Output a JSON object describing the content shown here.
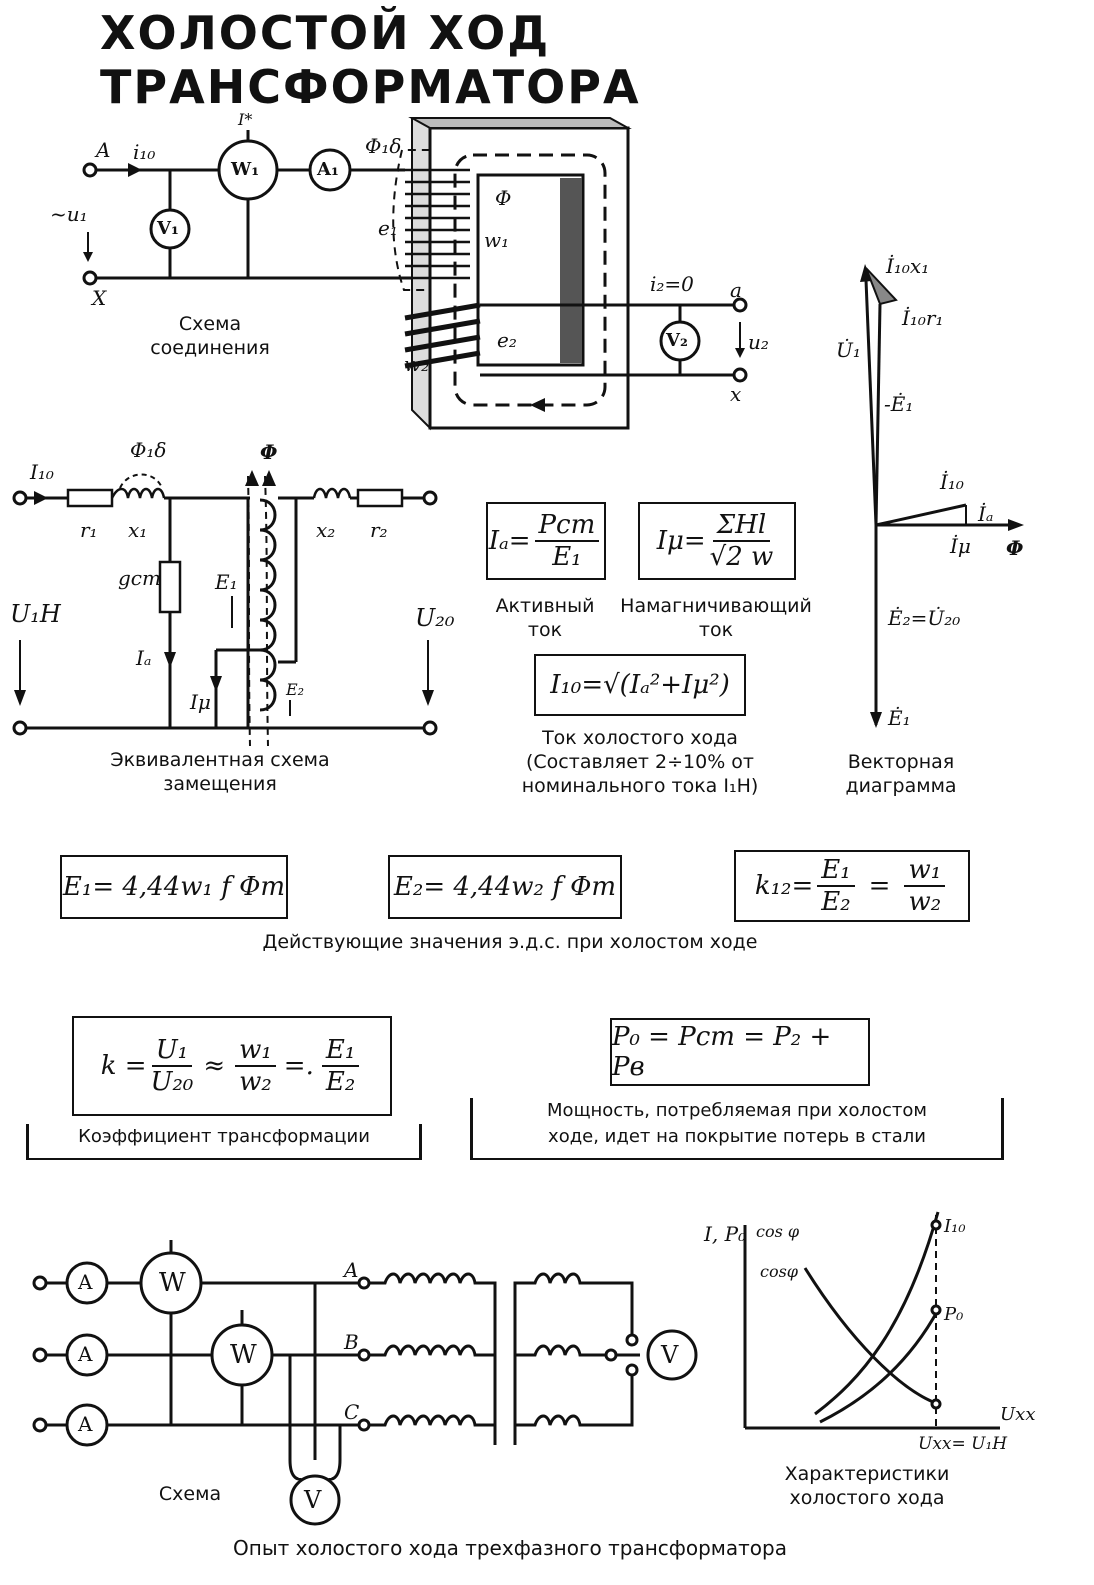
{
  "title": "ХОЛОСТОЙ ХОД ТРАНСФОРМАТОРА",
  "top_schematic": {
    "caption": "Схема соединения",
    "caption_lines": [
      "Схема",
      "соединения"
    ],
    "terminals": {
      "A": "A",
      "X": "X",
      "a": "a",
      "x": "x"
    },
    "labels": {
      "i10": "i₁₀",
      "u1": "~u₁",
      "phi1s": "Φ₁δ",
      "phi": "Φ",
      "e1": "e₁",
      "w1": "w₁",
      "w2": "w₂",
      "e2": "e₂",
      "i2": "i₂=0",
      "u2": "u₂",
      "star": "I*"
    },
    "meters": {
      "w1": "W₁",
      "a1": "A₁",
      "v1": "V₁",
      "v2": "V₂"
    }
  },
  "equivalent_circuit": {
    "caption_lines": [
      "Эквивалентная  схема",
      "замещения"
    ],
    "labels": {
      "i10": "I₁₀",
      "r1": "r₁",
      "x1": "x₁",
      "phi1s": "Φ₁δ",
      "phi": "Φ",
      "x2": "x₂",
      "r2": "r₂",
      "U1H": "U₁H",
      "U20": "U₂₀",
      "gst": "gст",
      "Ia": "Iₐ",
      "Imu": "Iμ",
      "E1": "E₁",
      "E2": "E₂"
    }
  },
  "formulas_center": {
    "ia": {
      "lhs": "Iₐ=",
      "num": "Pст",
      "den": "E₁"
    },
    "imu": {
      "lhs": "Iμ=",
      "num": "ΣHl",
      "den": "√2 w"
    },
    "ia_caption": [
      "Активный",
      "ток"
    ],
    "imu_caption": [
      "Намагничивающий",
      "ток"
    ],
    "i10": "I₁₀=√(Iₐ²+Iμ²)",
    "i10_caption": [
      "Ток холостого хода",
      "(Составляет 2÷10% от",
      "номинального тока I₁H)"
    ]
  },
  "vector_diagram": {
    "caption_lines": [
      "Векторная",
      "диаграмма"
    ],
    "labels": {
      "i10x1": "İ₁₀x₁",
      "i10r1": "İ₁₀r₁",
      "u1": "U̇₁",
      "minus_e1": "-Ė₁",
      "i10": "İ₁₀",
      "ia": "İₐ",
      "imu": "İμ",
      "phi": "Φ",
      "e2u20": "Ė₂=U̇₂₀",
      "e1": "Ė₁"
    }
  },
  "emf_row": {
    "e1": "E₁= 4,44w₁ f Φm",
    "e2": "E₂= 4,44w₂ f Φm",
    "k12": {
      "lhs": "k₁₂=",
      "num1": "E₁",
      "den1": "E₂",
      "eq": "=",
      "num2": "w₁",
      "den2": "w₂"
    },
    "caption": "Действующие  значения  э.д.с.  при  холостом  ходе"
  },
  "ratio_row": {
    "k": {
      "lhs": "k =",
      "num1": "U₁",
      "den1": "U₂₀",
      "approx": "≈",
      "num2": "w₁",
      "den2": "w₂",
      "eq": "=.",
      "num3": "E₁",
      "den3": "E₂"
    },
    "k_caption": "Коэффициент  трансформации",
    "p0": "P₀ = Pст = P₂ + Pв",
    "p0_caption": [
      "Мощность, потребляемая при холостом",
      "ходе, идет на покрытие потерь в стали"
    ]
  },
  "three_phase": {
    "caption_scheme": "Схема",
    "caption_bottom": "Опыт  холостого  хода  трехфазного  трансформатора",
    "phases": [
      "A",
      "B",
      "C"
    ],
    "meters": {
      "ammeter": "A",
      "wattmeter": "W",
      "voltmeter": "V"
    }
  },
  "characteristics": {
    "caption_lines": [
      "Характеристики",
      "холостого хода"
    ],
    "labels": {
      "y": "I, P₀",
      "cosphi_top": "cos φ",
      "cosphi": "cosφ",
      "i10": "I₁₀",
      "p0": "P₀",
      "x": "Uxx",
      "xmark": "Uxx= U₁H"
    }
  },
  "colors": {
    "ink": "#111111",
    "paper": "#ffffff"
  }
}
